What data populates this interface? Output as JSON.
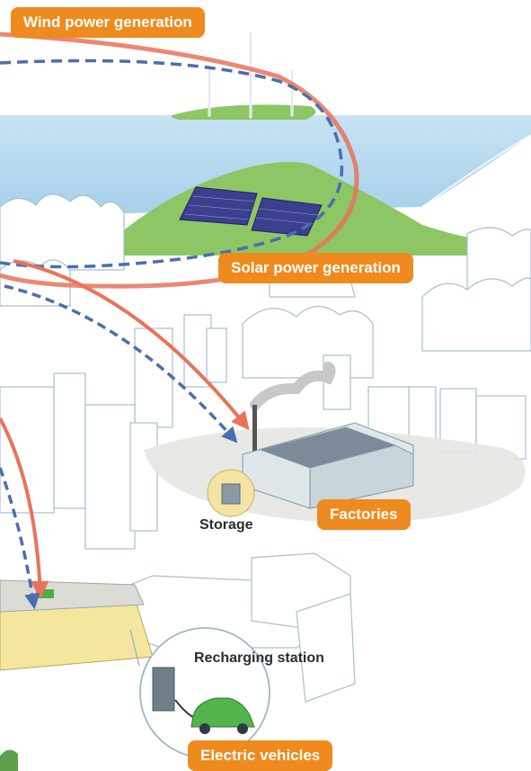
{
  "labels": {
    "wind": "Wind power generation",
    "solar": "Solar power generation",
    "factories": "Factories",
    "storage": "Storage",
    "recharging": "Recharging station",
    "ev": "Electric vehicles"
  },
  "icons": [
    "wind-turbine-icon",
    "solar-panel-icon",
    "factory-icon",
    "battery-storage-icon",
    "charger-icon",
    "car-icon"
  ],
  "colors": {
    "label_fill": "#ef8a1e",
    "label_text": "#ffffff",
    "power_line": "#e8735a",
    "data_line": "#4a6eb0",
    "sea": "#a9d3ec",
    "hill": "#8cc665",
    "outline": "#a7bfd0"
  }
}
